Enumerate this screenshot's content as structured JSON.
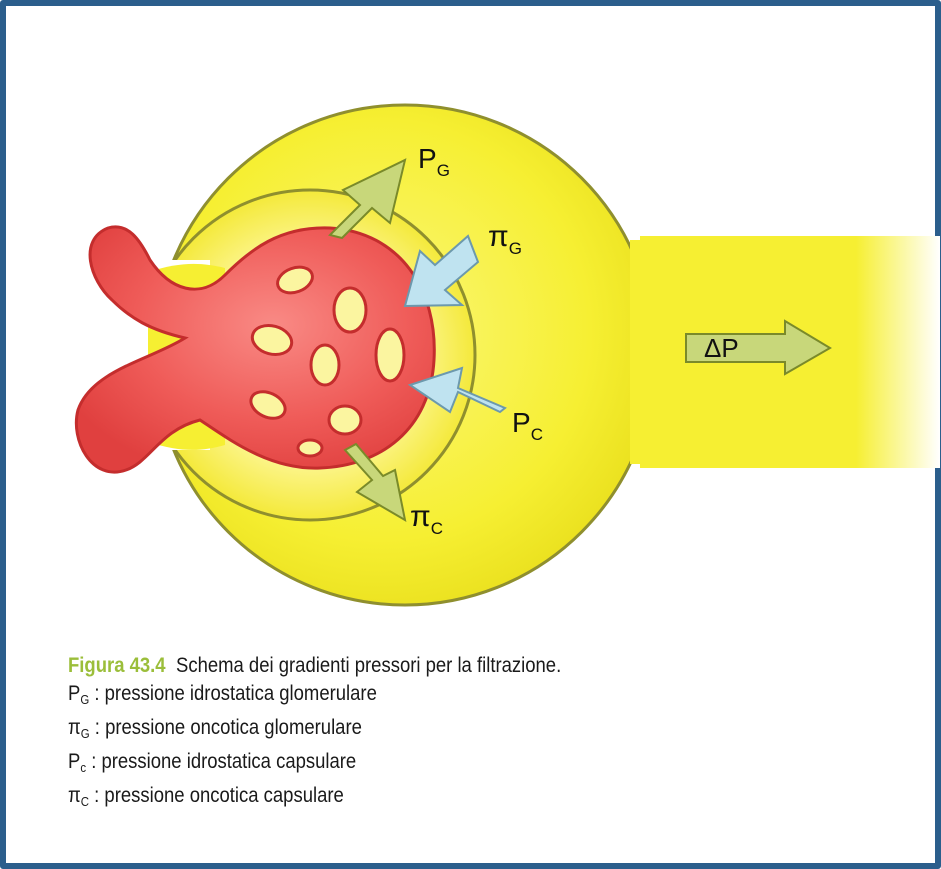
{
  "colors": {
    "frame_border": "#2b5e8c",
    "capsule_fill": "#f6ef32",
    "capsule_outline": "#8f8f2e",
    "capillary_fill": "#ee5a5a",
    "capillary_outline": "#c42d2d",
    "green_arrow": "#c8d77a",
    "blue_arrow": "#bfe3f0",
    "caption_accent": "#9bbe3a"
  },
  "diagram": {
    "labels": {
      "pg": {
        "main": "P",
        "sub": "G"
      },
      "pig": {
        "main": "π",
        "sub": "G"
      },
      "pc": {
        "main": "P",
        "sub": "C"
      },
      "pic": {
        "main": "π",
        "sub": "C"
      },
      "delta_p": "ΔP"
    },
    "arrows": [
      {
        "id": "pg",
        "kind": "filtration-outward",
        "color": "green"
      },
      {
        "id": "pig",
        "kind": "opposing-inward",
        "color": "blue"
      },
      {
        "id": "pc",
        "kind": "opposing-inward",
        "color": "blue"
      },
      {
        "id": "pic",
        "kind": "filtration-outward",
        "color": "green"
      },
      {
        "id": "delta_p",
        "kind": "tubular-flow",
        "color": "green"
      }
    ]
  },
  "caption": {
    "figure_number": "Figura 43.4",
    "title": "Schema dei gradienti pressori per la filtrazione.",
    "items": [
      {
        "sym": "P",
        "sub": "G",
        "text": " : pressione idrostatica glomerulare"
      },
      {
        "sym": "π",
        "sub": "G",
        "text": " : pressione oncotica glomerulare"
      },
      {
        "sym": "P",
        "sub": "c",
        "text": " : pressione idrostatica capsulare"
      },
      {
        "sym": "π",
        "sub": "C",
        "text": " : pressione oncotica capsulare"
      }
    ]
  }
}
